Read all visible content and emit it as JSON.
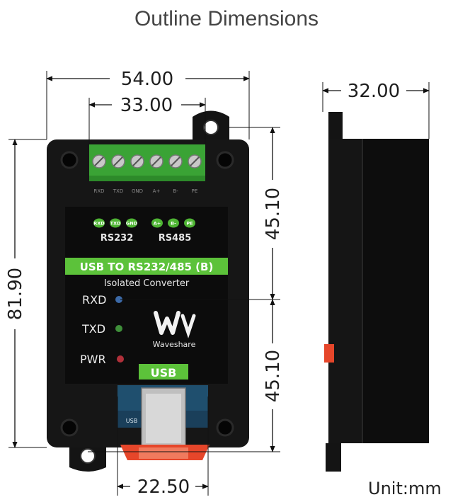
{
  "title": "Outline Dimensions",
  "unit_label": "Unit:mm",
  "dimensions": {
    "overall_width": "54.00",
    "terminal_width": "33.00",
    "side_depth": "32.00",
    "overall_height": "81.90",
    "upper_height": "45.10",
    "lower_height": "45.10",
    "usb_width": "22.50"
  },
  "device": {
    "terminal_labels": [
      "RXD",
      "TXD",
      "GND",
      "A+",
      "B-",
      "PE"
    ],
    "badges_rs232": [
      "RXD",
      "TXD",
      "GND"
    ],
    "badges_rs485": [
      "A+",
      "B-",
      "PE"
    ],
    "group_rs232": "RS232",
    "group_rs485": "RS485",
    "banner": "USB TO RS232/485 (B)",
    "subtitle": "Isolated Converter",
    "led_rxd": "RXD",
    "led_txd": "TXD",
    "led_pwr": "PWR",
    "brand": "Waveshare",
    "usb_tab": "USB",
    "usb_port_label": "USB"
  },
  "colors": {
    "case": "#161616",
    "terminal_block": "#3aa335",
    "banner": "#5cc23a",
    "din_clip": "#e6462a",
    "led_rxd": "#3c6aa8",
    "led_txd": "#3f8f3a",
    "led_pwr": "#b0303a"
  }
}
